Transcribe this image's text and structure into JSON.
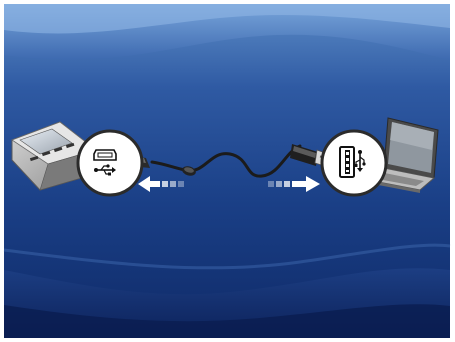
{
  "scene": {
    "type": "usb-connection-illustration",
    "left_device": "digital-voice-recorder",
    "right_device": "laptop-computer",
    "cable": "usb-cable",
    "left_port_icon": "mini-usb-port-icon",
    "right_port_icon": "usb-a-port-icon",
    "left_arrow_direction": "left",
    "right_arrow_direction": "right"
  },
  "colors": {
    "background_top": "#5c8cc7",
    "background_mid": "#1a3f86",
    "background_bottom": "#0f2a68",
    "wave_light": "#6f9fd6",
    "frame": "#ffffff",
    "arrow": "#ffffff"
  }
}
